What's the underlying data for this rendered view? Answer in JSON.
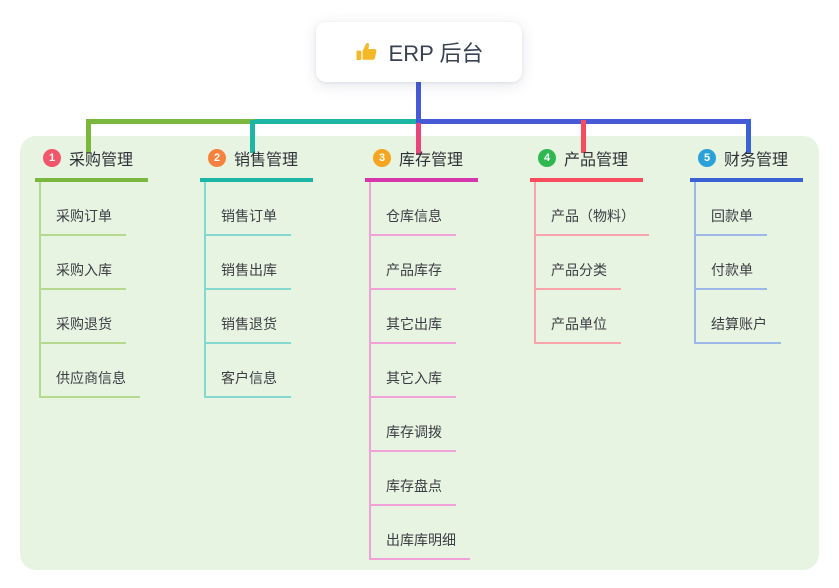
{
  "root": {
    "label": "ERP 后台",
    "icon": "thumbs-up-icon",
    "icon_color": "#f5b826"
  },
  "connectors": {
    "stem_color": "#4659d6",
    "segment_left_color": "#7ab83d",
    "segment_mid_color": "#1db5a6",
    "segment_right_color": "#4659d6"
  },
  "panel": {
    "background": "#e7f4e1"
  },
  "branches": [
    {
      "index": "1",
      "label": "采购管理",
      "badge_color": "#f1566b",
      "line_color": "#7ab83d",
      "drop_color": "#7ab83d",
      "child_line_color": "#b5d98e",
      "children": [
        "采购订单",
        "采购入库",
        "采购退货",
        "供应商信息"
      ]
    },
    {
      "index": "2",
      "label": "销售管理",
      "badge_color": "#f6823d",
      "line_color": "#1db5a6",
      "drop_color": "#1db5a6",
      "child_line_color": "#85d8cf",
      "children": [
        "销售订单",
        "销售出库",
        "销售退货",
        "客户信息"
      ]
    },
    {
      "index": "3",
      "label": "库存管理",
      "badge_color": "#f5a51f",
      "line_color": "#d636ab",
      "drop_color": "#e8457f",
      "child_line_color": "#f0a2d8",
      "children": [
        "仓库信息",
        "产品库存",
        "其它出库",
        "其它入库",
        "库存调拨",
        "库存盘点",
        "出库库明细"
      ]
    },
    {
      "index": "4",
      "label": "产品管理",
      "badge_color": "#30b850",
      "line_color": "#f84b5e",
      "drop_color": "#f84b5e",
      "child_line_color": "#f9a3ac",
      "children": [
        "产品（物料）",
        "产品分类",
        "产品单位"
      ]
    },
    {
      "index": "5",
      "label": "财务管理",
      "badge_color": "#2aa1d8",
      "line_color": "#3b62d4",
      "drop_color": "#3b62d4",
      "child_line_color": "#9db7e8",
      "children": [
        "回款单",
        "付款单",
        "结算账户"
      ]
    }
  ]
}
